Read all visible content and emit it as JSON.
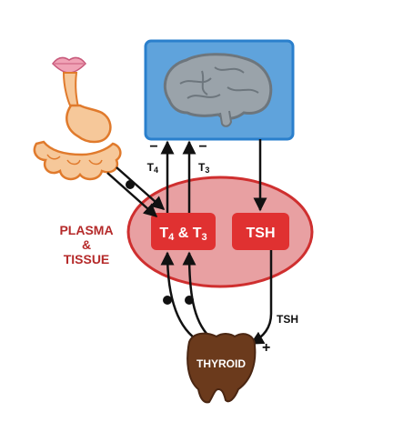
{
  "labels": {
    "plasma_line1": "PLASMA",
    "plasma_line2": "&",
    "plasma_line3": "TISSUE",
    "hormone_box": "T4 & T3",
    "hormone_box_parts": {
      "a": "T",
      "a_sub": "4",
      "amp": " & ",
      "b": "T",
      "b_sub": "3"
    },
    "tsh_box": "TSH",
    "thyroid": "THYROID",
    "arrow_t4": {
      "letter": "T",
      "sub": "4"
    },
    "arrow_t3": {
      "letter": "T",
      "sub": "3"
    },
    "arrow_tsh": "TSH",
    "minus_left": "−",
    "minus_right": "−",
    "plus": "+"
  },
  "colors": {
    "brain_bg": "#5fa3dc",
    "brain_border": "#2a7fcc",
    "oval_fill": "#e8a0a2",
    "oval_border": "#cf2f2f",
    "box_red": "#e03131",
    "plasma_text": "#b52a2a",
    "stomach": "#f6c89a",
    "stomach_edge": "#e07a2c",
    "thyroid": "#6b3a1c",
    "lips": "#f0a3b6"
  }
}
